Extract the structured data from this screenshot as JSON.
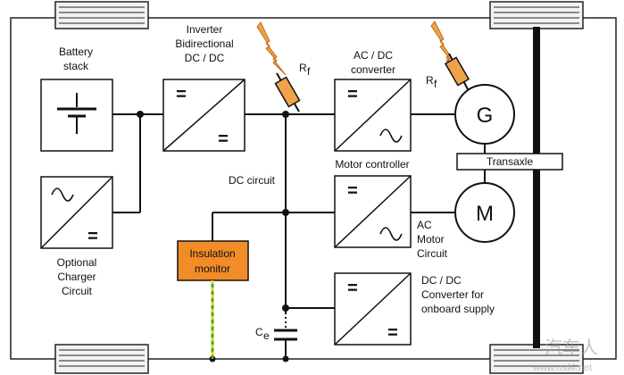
{
  "labels": {
    "battery_line1": "Battery",
    "battery_line2": "stack",
    "inverter_line1": "Inverter",
    "inverter_line2": "Bidirectional",
    "inverter_line3": "DC / DC",
    "acdc_line1": "AC / DC",
    "acdc_line2": "converter",
    "resistor1": "R",
    "resistor1_sub": "f",
    "resistor2": "R",
    "resistor2_sub": "f",
    "generator": "G",
    "transaxle": "Transaxle",
    "motor_controller": "Motor controller",
    "dc_circuit": "DC circuit",
    "motor": "M",
    "ac_motor_line1": "AC",
    "ac_motor_line2": "Motor",
    "ac_motor_line3": "Circuit",
    "charger_line1": "Optional",
    "charger_line2": "Charger",
    "charger_line3": "Circuit",
    "insulation_line1": "Insulation",
    "insulation_line2": "monitor",
    "dcdc_line1": "DC / DC",
    "dcdc_line2": "Converter for",
    "dcdc_line3": "onboard supply",
    "capacitor": "C",
    "capacitor_sub": "e",
    "watermark_brand": "汽车人",
    "watermark_url": "www.md4.net"
  },
  "colors": {
    "insulation_fill": "#f28c28",
    "resistor_fill": "#f0a24a",
    "lightning_fill": "#f0a24a",
    "tire_fill": "#f2f2f2",
    "ground_dash_yellow": "#e6d200",
    "ground_dash_green": "#39a845"
  }
}
